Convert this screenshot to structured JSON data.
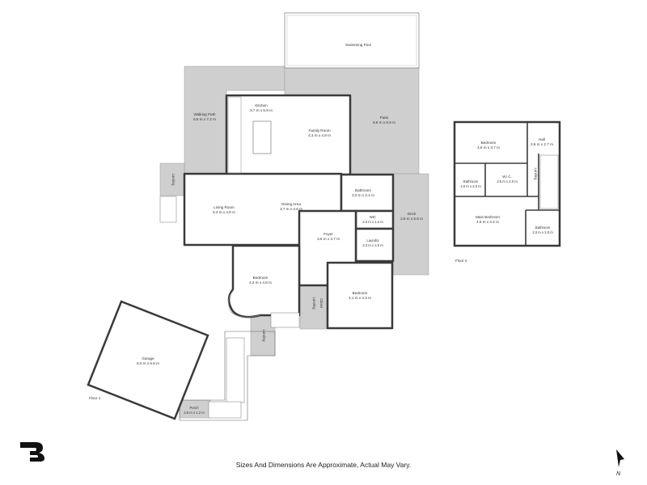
{
  "colors": {
    "wall": "#3a3a3a",
    "outdoor": "#cfcfcf",
    "floor": "#ffffff",
    "stair": "#777777"
  },
  "floors": {
    "floor1": "Floor 1",
    "floor2": "Floor 2"
  },
  "disclaimer": "Sizes And Dimensions Are Approximate, Actual May Vary.",
  "north": "N",
  "rooms": {
    "swimming_pool": {
      "name": "Swimming Pool",
      "dims": ""
    },
    "walking_path": {
      "name": "Walking Path",
      "dims": "6.8 m x 7.2 m"
    },
    "kitchen": {
      "name": "Kitchen",
      "dims": "3.7 m x 5.9 m"
    },
    "family_room": {
      "name": "Family Room",
      "dims": "4.3 m x 4.9 m"
    },
    "patio": {
      "name": "Patio",
      "dims": "6.8 m x 6.9 m"
    },
    "living_room": {
      "name": "Living Room",
      "dims": "5.3 m x 4.6 m"
    },
    "dining_area": {
      "name": "Dining Area",
      "dims": "3.7 m x 4.6 m"
    },
    "bathroom_f1": {
      "name": "Bathroom",
      "dims": "3.3 m x 2.4 m"
    },
    "wic_f1": {
      "name": "WIC",
      "dims": "2.3 m x 1.2 m"
    },
    "deck": {
      "name": "Deck",
      "dims": "2.9 m x 6.6 m"
    },
    "foyer": {
      "name": "Foyer",
      "dims": "3.6 m x 4.7 m"
    },
    "laundry": {
      "name": "Laundry",
      "dims": "2.3 m x 2.0 m"
    },
    "bedroom_left": {
      "name": "Bedroom",
      "dims": "4.3 m x 4.8 m"
    },
    "bedroom_right": {
      "name": "Bedroom",
      "dims": "4.1 m x 4.3 m"
    },
    "garage": {
      "name": "Garage",
      "dims": "6.0 m x 5.8 m"
    },
    "porch": {
      "name": "Porch",
      "dims": "2.6 m x 1.2 m"
    },
    "landing_left": {
      "name": "Landing"
    },
    "landing_center": {
      "name": "Landing"
    },
    "landing_lower": {
      "name": "Landing"
    },
    "closet": {
      "name": "Closet"
    },
    "bedroom_f2": {
      "name": "Bedroom",
      "dims": "4.6 m x 3.7 m"
    },
    "hall_f2": {
      "name": "Hall",
      "dims": "2.6 m x 2.7 m"
    },
    "bathroom_f2_left": {
      "name": "Bathroom",
      "dims": "2.0 m x 2.0 m"
    },
    "wic_f2": {
      "name": "W.I.C.",
      "dims": "2.5 m x 2.0 m"
    },
    "main_bedroom": {
      "name": "Main Bedroom",
      "dims": "4.6 m x 3.2 m"
    },
    "bathroom_f2_right": {
      "name": "Bathroom",
      "dims": "2.3 m x 2.0 m"
    },
    "landing_f2": {
      "name": "Landing"
    }
  }
}
